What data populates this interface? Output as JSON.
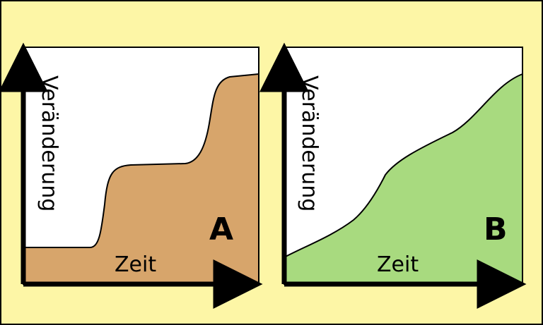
{
  "colors": {
    "background": "#fdf6a6",
    "border": "#000000",
    "panel_bg": "#ffffff",
    "panel_a_fill": "#d7a56b",
    "panel_b_fill": "#a8da7f"
  },
  "panels": [
    {
      "id": "A",
      "letter": "A",
      "y_label": "Veränderung",
      "x_label": "Zeit",
      "curve": "stepwise"
    },
    {
      "id": "B",
      "letter": "B",
      "y_label": "Veränderung",
      "x_label": "Zeit",
      "curve": "gradual"
    }
  ]
}
